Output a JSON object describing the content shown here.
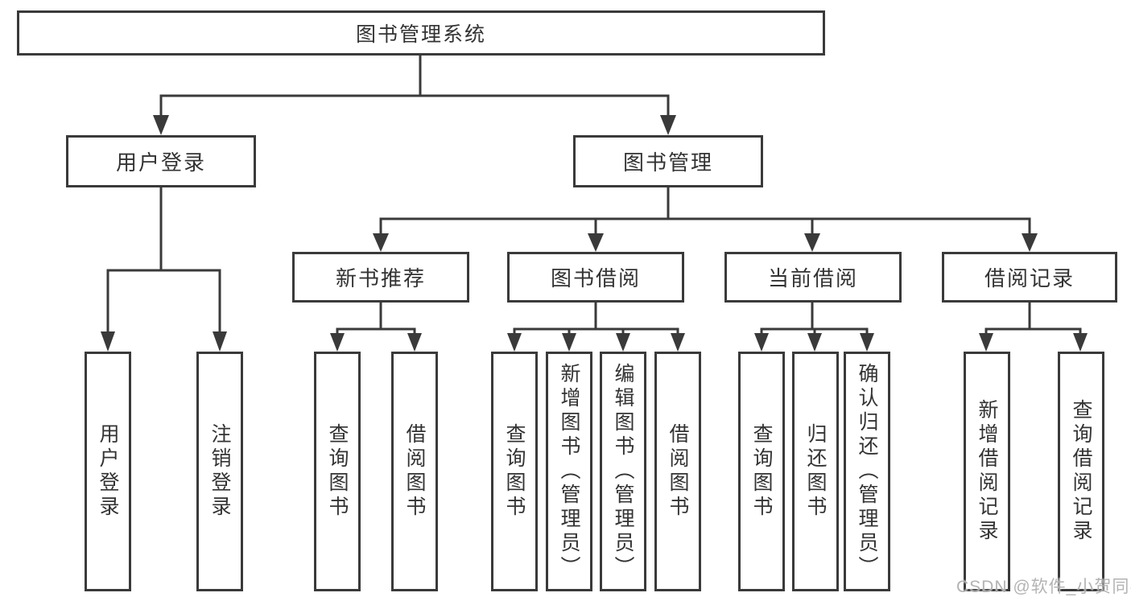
{
  "diagram": {
    "type": "function-structure-tree",
    "root": {
      "label": "图书管理系统",
      "children": [
        {
          "label": "用户登录",
          "children": [
            {
              "label": "用户登录"
            },
            {
              "label": "注销登录"
            }
          ]
        },
        {
          "label": "图书管理",
          "children": [
            {
              "label": "新书推荐",
              "children": [
                {
                  "label": "查询图书"
                },
                {
                  "label": "借阅图书"
                }
              ]
            },
            {
              "label": "图书借阅",
              "children": [
                {
                  "label": "查询图书"
                },
                {
                  "label": "新增图书（管理员）"
                },
                {
                  "label": "编辑图书（管理员）"
                },
                {
                  "label": "借阅图书"
                }
              ]
            },
            {
              "label": "当前借阅",
              "children": [
                {
                  "label": "查询图书"
                },
                {
                  "label": "归还图书"
                },
                {
                  "label": "确认归还（管理员）"
                }
              ]
            },
            {
              "label": "借阅记录",
              "children": [
                {
                  "label": "新增借阅记录"
                },
                {
                  "label": "查询借阅记录"
                }
              ]
            }
          ]
        }
      ]
    }
  },
  "watermark": {
    "text": "CSDN @软件_小贺同学"
  },
  "colors": {
    "line": "#3a3a3a",
    "box_border": "#3a3a3a",
    "text": "#333333",
    "background": "#ffffff",
    "watermark": "#a8a8a8"
  }
}
